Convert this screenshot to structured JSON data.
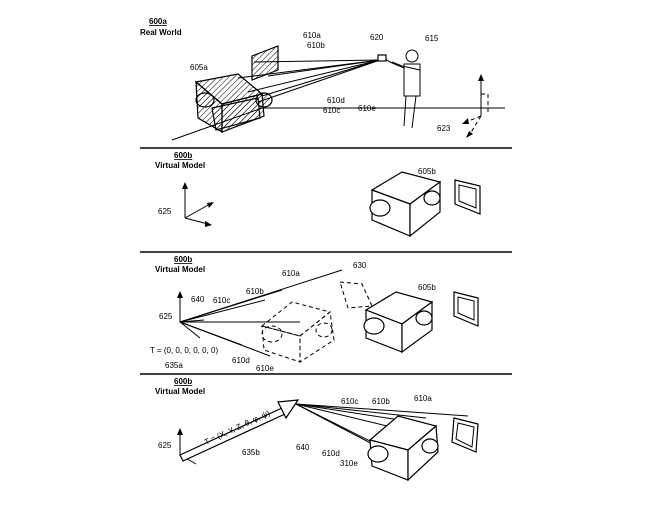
{
  "panels": [
    {
      "id": "600a",
      "title": "Real World"
    },
    {
      "id": "600b",
      "title": "Virtual Model"
    },
    {
      "id": "600b",
      "title": "Virtual Model"
    },
    {
      "id": "600b",
      "title": "Virtual Model"
    }
  ],
  "labels": {
    "p1": [
      "610a",
      "610b",
      "620",
      "615",
      "605a",
      "610d",
      "610c",
      "610e",
      "623"
    ],
    "p2": [
      "605b",
      "625"
    ],
    "p3": [
      "610a",
      "630",
      "640",
      "610c",
      "610b",
      "605b",
      "625",
      "T = (0, 0, 0, 0, 0, 0)",
      "610d",
      "610e",
      "635a"
    ],
    "p4": [
      "610c",
      "610b",
      "610a",
      "625",
      "T = (X, Y, Z, θ, φ, ψ)",
      "635b",
      "640",
      "610d",
      "310e"
    ]
  }
}
